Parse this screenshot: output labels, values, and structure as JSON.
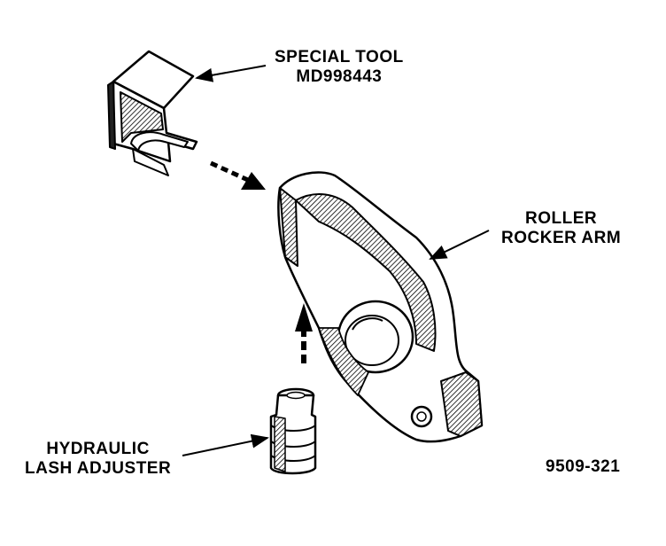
{
  "labels": {
    "special_tool": {
      "line1": "SPECIAL TOOL",
      "line2": "MD998443"
    },
    "roller_rocker_arm": {
      "line1": "ROLLER",
      "line2": "ROCKER ARM"
    },
    "hydraulic_lash_adjuster": {
      "line1": "HYDRAULIC",
      "line2": "LASH ADJUSTER"
    },
    "figure_number": "9509-321"
  },
  "colors": {
    "ink": "#000000",
    "paper": "#ffffff",
    "shade": "#3a3a3a"
  }
}
